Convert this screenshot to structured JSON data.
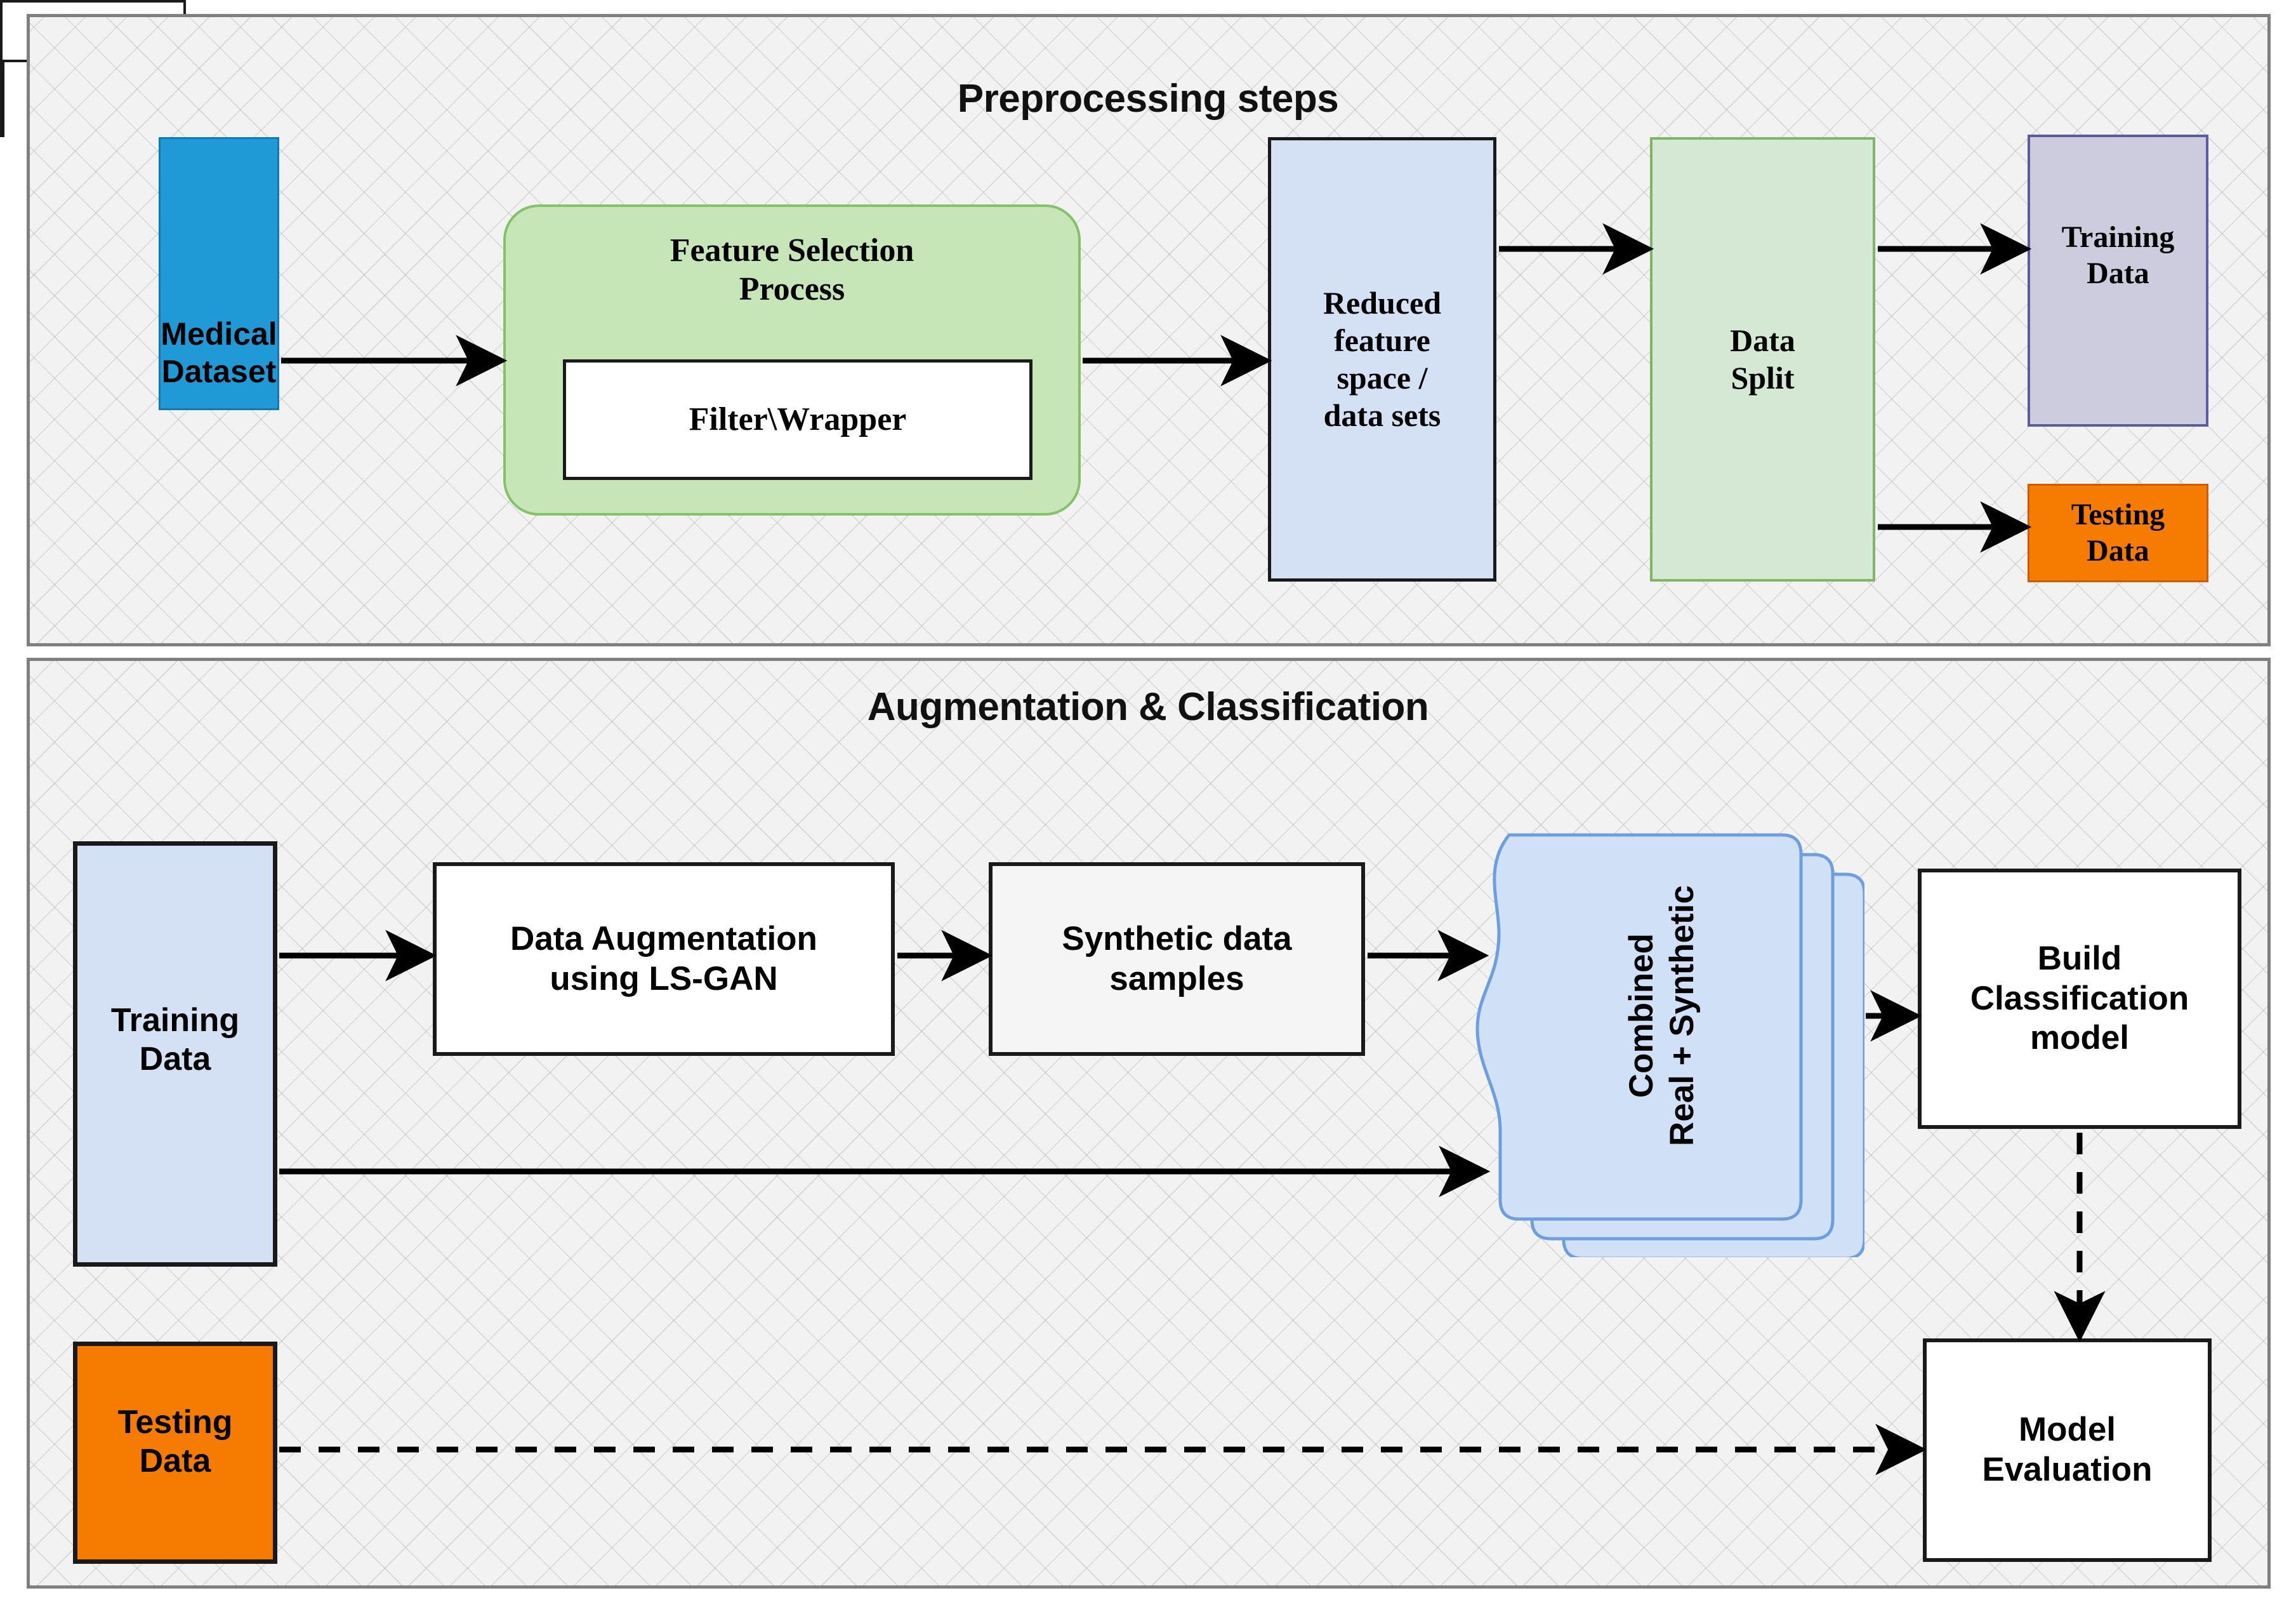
{
  "panels": {
    "top": {
      "title": "Preprocessing steps"
    },
    "bottom": {
      "title": "Augmentation & Classification"
    }
  },
  "colors": {
    "canvas_background": "#f2f2f2",
    "panel_border": "#7f7f7f",
    "medical_dataset_fill": "#1f9ad6",
    "feature_selection_fill": "#c6e6b7",
    "feature_selection_border": "#85c06a",
    "reduced_feature_fill": "#d4e1f5",
    "data_split_fill": "#d5e8d4",
    "data_split_border": "#82b366",
    "training_top_fill": "#cdccdf",
    "training_top_border": "#5b5ba0",
    "testing_fill": "#f57c00",
    "training_bottom_fill": "#d4e1f5",
    "combined_fill": "#cfe0f7",
    "combined_border": "#6c9ee0",
    "synthetic_fill": "#f5f5f5",
    "node_border": "#1a1a1a",
    "arrow": "#000000"
  },
  "top_nodes": {
    "medical_dataset": {
      "label": "Medical\nDataset"
    },
    "feature_selection": {
      "label": "Feature Selection\nProcess",
      "inner_label": "Filter\\Wrapper"
    },
    "reduced_feature": {
      "label": "Reduced\nfeature\nspace /\ndata sets"
    },
    "data_split": {
      "label": "Data\nSplit"
    },
    "training_data": {
      "label": "Training\nData"
    },
    "testing_data": {
      "label": "Testing\nData"
    }
  },
  "bottom_nodes": {
    "training_data": {
      "label": "Training\nData"
    },
    "testing_data": {
      "label": "Testing\nData"
    },
    "data_augmentation": {
      "label": "Data Augmentation\nusing LS-GAN"
    },
    "synthetic_samples": {
      "label": "Synthetic data\nsamples"
    },
    "combined": {
      "label": "Combined\nReal + Synthetic"
    },
    "build_model": {
      "label": "Build\nClassification\nmodel"
    },
    "model_evaluation": {
      "label": "Model\nEvaluation"
    }
  },
  "edges": [
    {
      "name": "medical-to-feature-selection",
      "style": "solid"
    },
    {
      "name": "feature-selection-to-reduced",
      "style": "solid"
    },
    {
      "name": "reduced-to-data-split",
      "style": "solid"
    },
    {
      "name": "data-split-to-training",
      "style": "solid"
    },
    {
      "name": "data-split-to-testing",
      "style": "solid"
    },
    {
      "name": "training-to-augmentation",
      "style": "solid"
    },
    {
      "name": "augmentation-to-synthetic",
      "style": "solid"
    },
    {
      "name": "synthetic-to-combined",
      "style": "solid"
    },
    {
      "name": "training-to-combined",
      "style": "solid"
    },
    {
      "name": "combined-to-build-model",
      "style": "solid"
    },
    {
      "name": "build-model-to-evaluation",
      "style": "dashed"
    },
    {
      "name": "testing-to-evaluation",
      "style": "dashed"
    }
  ]
}
